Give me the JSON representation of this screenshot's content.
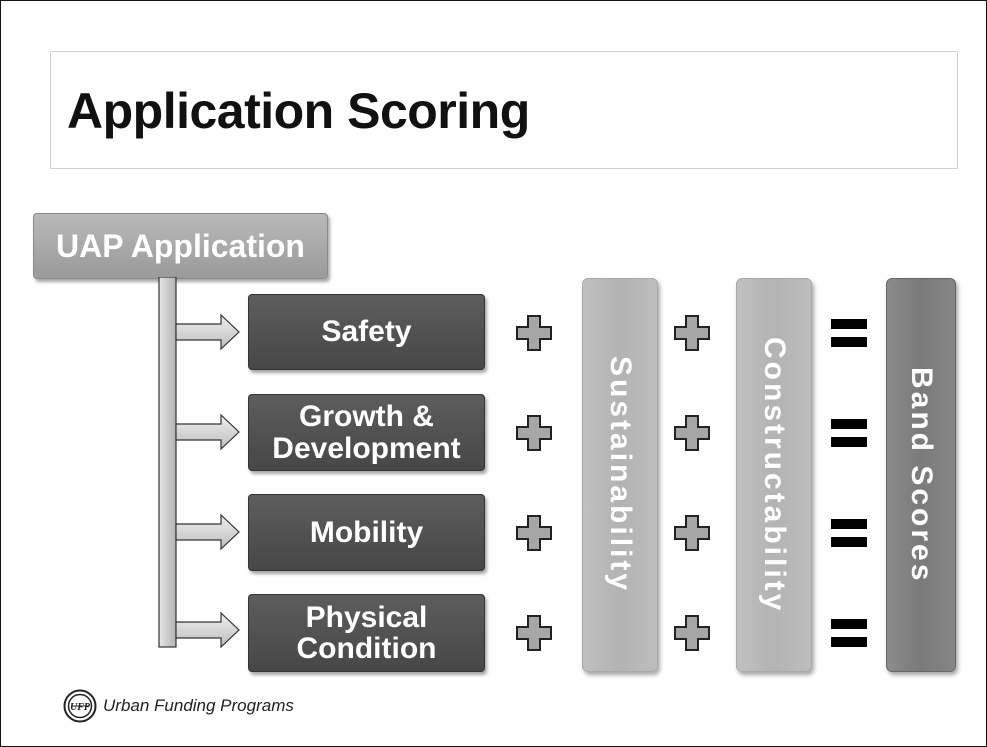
{
  "title": "Application Scoring",
  "root_node": "UAP Application",
  "categories": [
    {
      "line1": "Safety",
      "line2": ""
    },
    {
      "line1": "Growth &",
      "line2": "Development"
    },
    {
      "line1": "Mobility",
      "line2": ""
    },
    {
      "line1": "Physical",
      "line2": "Condition"
    }
  ],
  "modifiers": [
    "Sustainability",
    "Constructability"
  ],
  "result": "Band Scores",
  "footer": {
    "logo_text": "UFP",
    "label": "Urban Funding Programs"
  },
  "colors": {
    "category_fill": "#4f4f4f",
    "modifier_fill": "#b8b8b8",
    "result_fill": "#808080",
    "connector_fill": "#cccccc"
  }
}
